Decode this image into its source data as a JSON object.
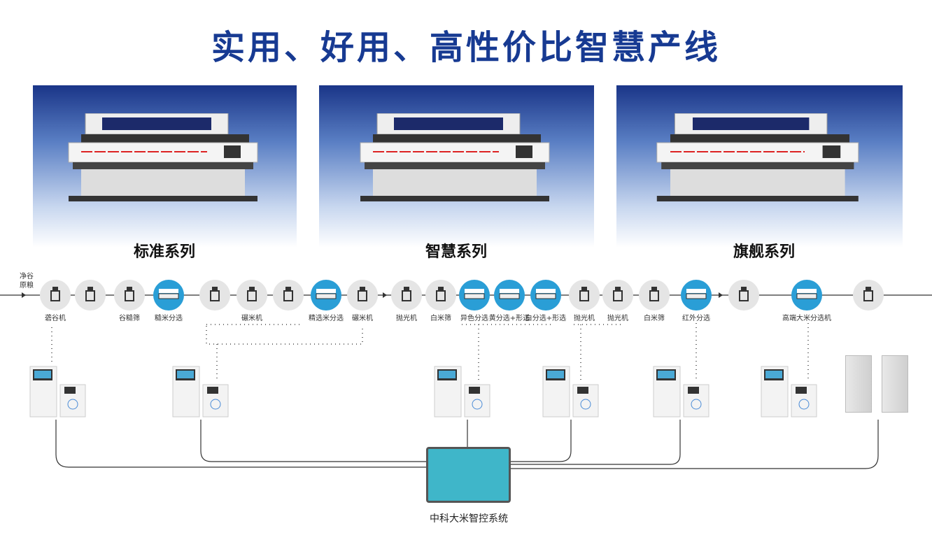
{
  "title": "实用、好用、高性价比智慧产线",
  "series": [
    {
      "label": "标准系列"
    },
    {
      "label": "智慧系列"
    },
    {
      "label": "旗舰系列"
    }
  ],
  "raw_material": "净谷原粮",
  "colors": {
    "title": "#173a92",
    "node_gray": "#e5e5e5",
    "node_blue": "#2a9ed6"
  },
  "nodes": [
    {
      "label": "砻谷机",
      "type": "gray",
      "icon": "huller-icon"
    },
    {
      "label": "",
      "type": "gray",
      "icon": "roller-icon"
    },
    {
      "label": "谷糙筛",
      "type": "gray",
      "icon": "paddy-separator-icon"
    },
    {
      "label": "糙米分选",
      "type": "blue",
      "icon": "color-sorter-icon"
    },
    {
      "label": "",
      "type": "gray",
      "icon": "whitener-icon"
    },
    {
      "label": "碾米机",
      "type": "gray",
      "icon": "whitener-icon"
    },
    {
      "label": "",
      "type": "gray",
      "icon": "whitener-icon"
    },
    {
      "label": "精选米分选",
      "type": "blue",
      "icon": "color-sorter-icon"
    },
    {
      "label": "碾米机",
      "type": "gray",
      "icon": "whitener-icon"
    },
    {
      "label": "抛光机",
      "type": "gray",
      "icon": "polisher-icon"
    },
    {
      "label": "白米筛",
      "type": "gray",
      "icon": "rice-grader-icon"
    },
    {
      "label": "异色分选",
      "type": "blue",
      "icon": "color-sorter-icon"
    },
    {
      "label": "黄分选+形选",
      "type": "blue",
      "icon": "color-sorter-icon"
    },
    {
      "label": "白分选+形选",
      "type": "blue",
      "icon": "color-sorter-icon"
    },
    {
      "label": "抛光机",
      "type": "gray",
      "icon": "polisher-icon"
    },
    {
      "label": "抛光机",
      "type": "gray",
      "icon": "polisher-icon"
    },
    {
      "label": "白米筛",
      "type": "gray",
      "icon": "rice-grader-icon"
    },
    {
      "label": "红外分选",
      "type": "blue",
      "icon": "color-sorter-icon"
    },
    {
      "label": "",
      "type": "gray",
      "icon": "silo-icon"
    },
    {
      "label": "高端大米分选机",
      "type": "blue",
      "icon": "color-sorter-icon"
    },
    {
      "label": "",
      "type": "gray",
      "icon": "packer-icon"
    }
  ],
  "control_system": "中科大米智控系统"
}
